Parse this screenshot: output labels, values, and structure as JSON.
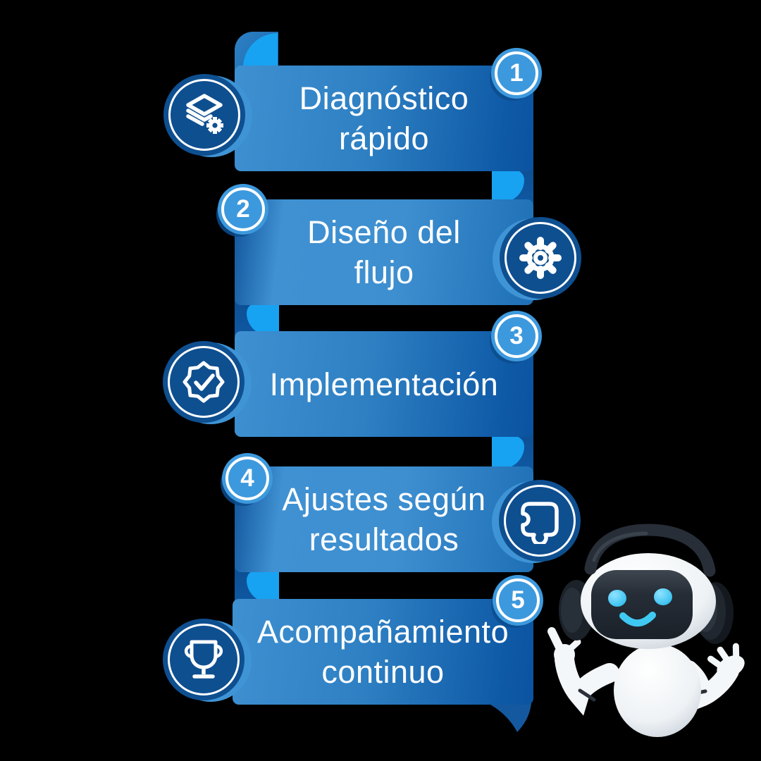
{
  "steps": [
    {
      "number": "1",
      "line1": "Diagnóstico",
      "line2": "rápido",
      "icon": "layers-gear"
    },
    {
      "number": "2",
      "line1": "Diseño del",
      "line2": "flujo",
      "icon": "gear"
    },
    {
      "number": "3",
      "line1": "Implementación",
      "line2": "",
      "icon": "seal-check"
    },
    {
      "number": "4",
      "line1": "Ajustes según",
      "line2": "resultados",
      "icon": "puzzle"
    },
    {
      "number": "5",
      "line1": "Acompañamiento",
      "line2": "continuo",
      "icon": "trophy"
    }
  ],
  "colors": {
    "background": "#000000",
    "ribbon_light": "#3E90D1",
    "ribbon_dark": "#0C55A2",
    "fold_accent": "#18A2F2",
    "icon_circle": "#0E4F90",
    "badge": "#3D99DD",
    "text": "#FFFFFF",
    "robot_cyan": "#3FC9F2",
    "robot_dark": "#272E38"
  },
  "mascot": {
    "type": "robot-assistant-with-headphones"
  }
}
